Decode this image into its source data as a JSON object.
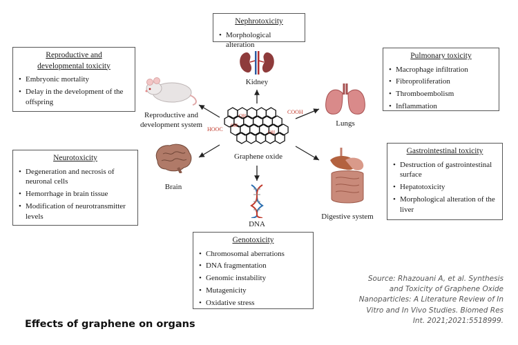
{
  "center": {
    "label": "Graphene oxide",
    "groups": [
      "COOH",
      "HOOC",
      "OH",
      "OH",
      "OH"
    ]
  },
  "organs": {
    "kidney": "Kidney",
    "reproductive": "Reproductive and development system",
    "lungs": "Lungs",
    "brain": "Brain",
    "digestive": "Digestive system",
    "dna": "DNA"
  },
  "boxes": {
    "nephro": {
      "title": "Nephrotoxicity",
      "items": [
        "Morphological alteration"
      ]
    },
    "repro": {
      "title": "Reproductive and developmental toxicity",
      "items": [
        "Embryonic mortality",
        "Delay in the development of the offspring"
      ]
    },
    "pulmonary": {
      "title": "Pulmonary toxicity",
      "items": [
        "Macrophage infiltration",
        "Fibroproliferation",
        "Thromboembolism",
        "Inflammation"
      ]
    },
    "neuro": {
      "title": "Neurotoxicity",
      "items": [
        "Degeneration and necrosis of neuronal cells",
        "Hemorrhage in brain tissue",
        "Modification of neurotransmitter levels"
      ]
    },
    "gastro": {
      "title": "Gastrointestinal toxicity",
      "items": [
        "Destruction of gastrointestinal surface",
        "Hepatotoxicity",
        "Morphological alteration of the liver"
      ]
    },
    "geno": {
      "title": "Genotoxicity",
      "items": [
        "Chromosomal aberrations",
        "DNA fragmentation",
        "Genomic instability",
        "Mutagenicity",
        "Oxidative stress"
      ]
    }
  },
  "caption": "Effects of graphene on organs",
  "source": "Source: Rhazouani A, et al. Synthesis and Toxicity of Graphene Oxide Nanoparticles: A Literature Review of In Vitro and In Vivo Studies. Biomed Res Int. 2021;2021:5518999."
}
